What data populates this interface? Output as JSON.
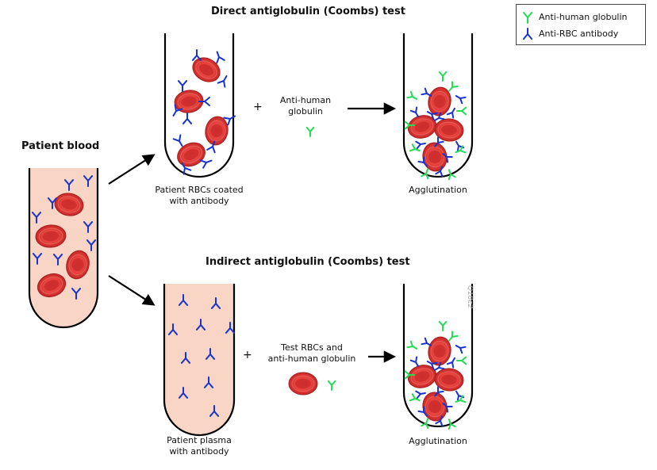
{
  "titles": {
    "direct": "Direct antiglobulin (Coombs) test",
    "indirect": "Indirect antiglobulin (Coombs) test",
    "patient_blood": "Patient blood"
  },
  "labels": {
    "coated_line1": "Patient RBCs coated",
    "coated_line2": "with antibody",
    "agglutination_top": "Agglutination",
    "agglutination_bottom": "Agglutination",
    "plasma_line1": "Patient plasma",
    "plasma_line2": "with antibody",
    "ahg_line1": "Anti-human",
    "ahg_line2": "globulin",
    "test_line1": "Test RBCs and",
    "test_line2": "anti-human globulin",
    "plus": "+"
  },
  "legend": {
    "items": [
      {
        "label": "Anti-human globulin",
        "color": "#22dd55",
        "icon": "anti-human-globulin-icon"
      },
      {
        "label": "Anti-RBC antibody",
        "color": "#1a33cc",
        "icon": "anti-rbc-antibody-icon"
      }
    ]
  },
  "credit": "Q18c2",
  "colors": {
    "rbc_fill": "#e8413f",
    "rbc_edge": "#a51e1e",
    "rbc_center": "#c82a2a",
    "plasma": "#f9d5c5",
    "antibody_blue": "#1a33cc",
    "antibody_green": "#22dd55",
    "arrow": "#000000"
  }
}
